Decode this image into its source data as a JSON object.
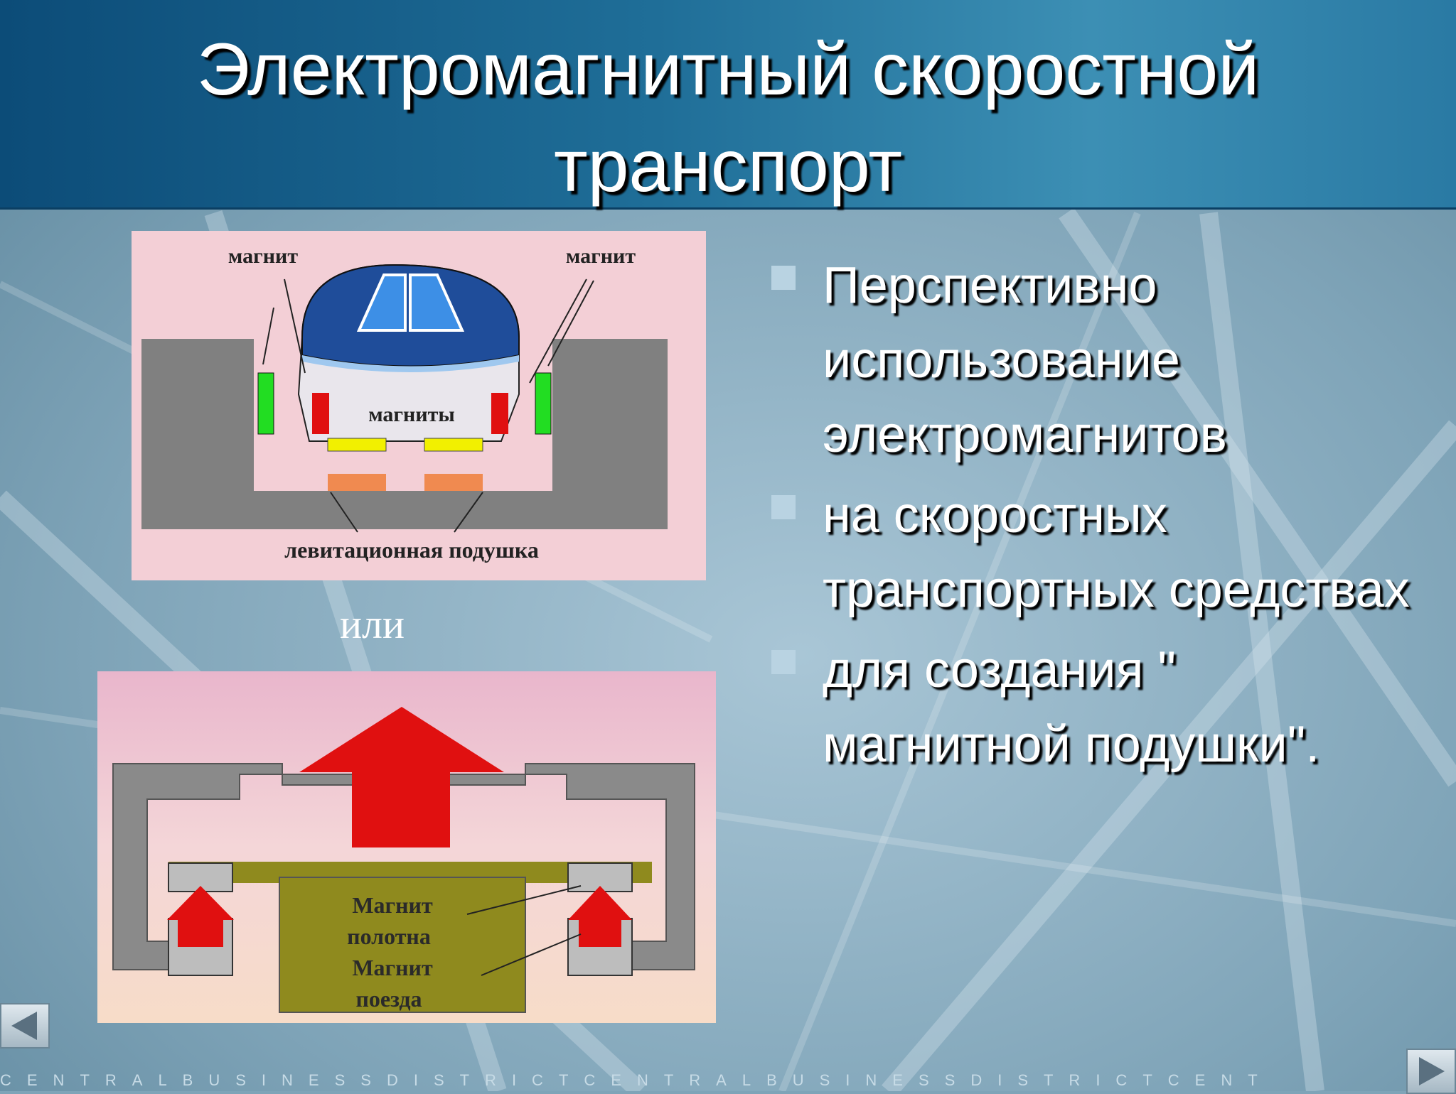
{
  "title": {
    "line1": "Электромагнитный скоростной",
    "line2": "транспорт"
  },
  "diagram_top": {
    "label_magnet_left": "магнит",
    "label_magnet_right": "магнит",
    "label_magnets": "магниты",
    "label_cushion": "левитационная подушка"
  },
  "or_label": "или",
  "diagram_bottom": {
    "label_line1": "Магнит",
    "label_line2": "полотна",
    "label_line3": "Магнит",
    "label_line4": "поезда"
  },
  "bullets": [
    {
      "text": "Перспективно использование электромагнитов"
    },
    {
      "text": "на скоростных транспортных средствах"
    },
    {
      "text": "для создания \" магнитной подушки\"."
    }
  ],
  "footer_text": "CENTRALBUSINESSDISTRICTCENTRALBUSINESSDISTRICTCENT",
  "colors": {
    "header": "#1f6e98",
    "diagram_bg": "#f3cfd6",
    "rail_gray": "#808080",
    "magnet_green": "#22dd22",
    "magnet_red": "#e01010",
    "magnet_yellow": "#f2f000",
    "cushion_orange": "#f08a50",
    "olive": "#8f8a1e",
    "bullet": "#b9d3e2"
  },
  "nav": {
    "prev_icon": "triangle-left-icon",
    "next_icon": "triangle-right-icon"
  }
}
